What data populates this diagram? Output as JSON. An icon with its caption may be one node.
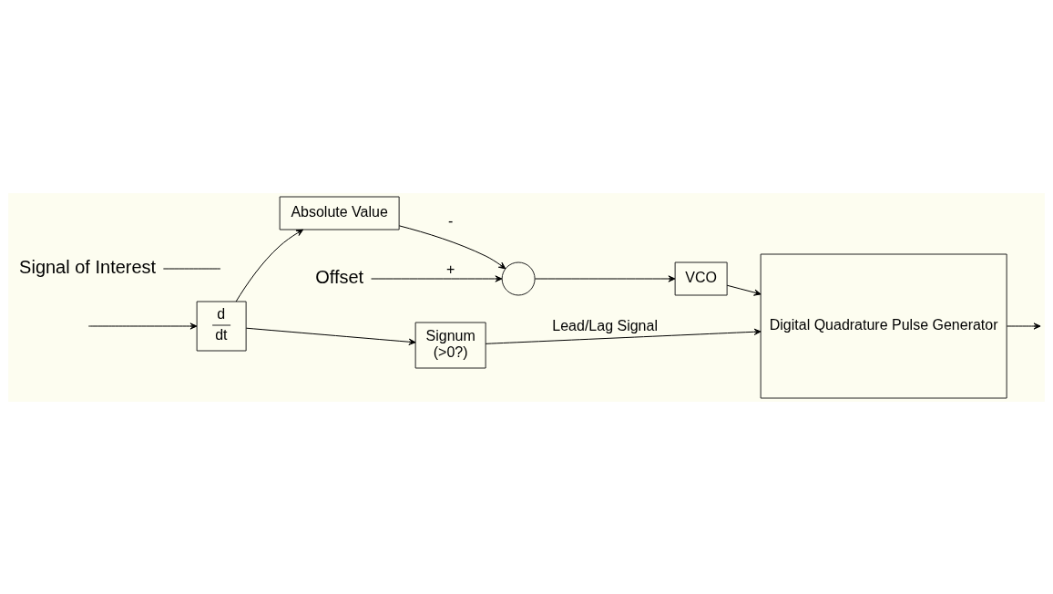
{
  "diagram": {
    "nodes": [
      {
        "text": [
          "d",
          "dt"
        ]
      },
      {
        "text": [
          "Signum",
          "(>0?)"
        ]
      },
      {
        "text": [
          "Absolute Value"
        ]
      },
      {
        "text": [],
        "shape": "circle"
      },
      {
        "text": [
          "VCO"
        ]
      },
      {
        "text": [
          "Digital Quadrature Pulse Generator"
        ]
      },
      {
        "text": [
          "Offset"
        ]
      },
      {
        "text": [
          "Signal of Interest"
        ]
      }
    ],
    "edges": [
      {
        "from": null,
        "to": 0,
        "arrow": "to"
      },
      {
        "from": 0,
        "to": 1,
        "arrow": "to"
      },
      {
        "from": 0,
        "to": 2,
        "arrow": "to"
      },
      {
        "from": 2,
        "to": 3,
        "arrow": "to",
        "label": "-"
      },
      {
        "from": 6,
        "to": 3,
        "arrow": "to",
        "label": "+"
      },
      {
        "from": 3,
        "to": 4,
        "arrow": "to"
      },
      {
        "from": 4,
        "to": 5,
        "arrow": "to"
      },
      {
        "from": 1,
        "to": 5,
        "arrow": "to",
        "label": "Lead/Lag Signal"
      },
      {
        "from": 5,
        "to": null,
        "arrow": "to"
      },
      {
        "from": 7,
        "to": null,
        "arrow": "none"
      }
    ]
  }
}
